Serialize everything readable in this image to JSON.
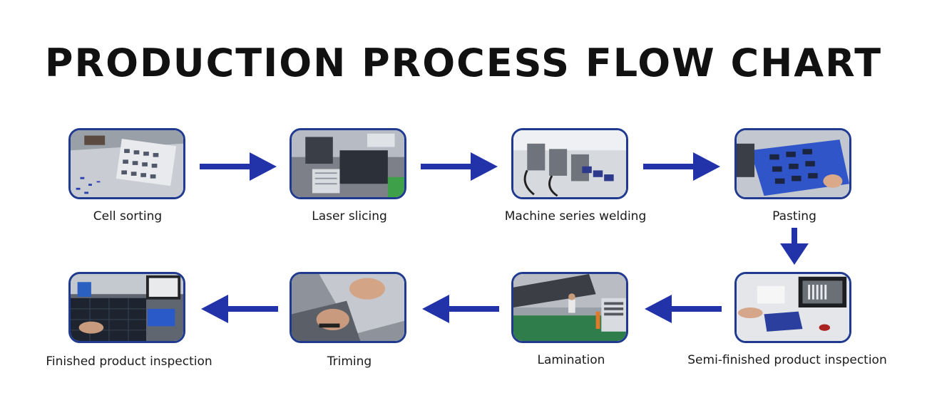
{
  "title": "PRODUCTION PROCESS FLOW CHART",
  "colors": {
    "arrow": "#2233aa",
    "frame": "#1f3a8f",
    "title": "#111111"
  },
  "steps": [
    {
      "label": "Cell sorting",
      "photo": "cell-sorting-photo"
    },
    {
      "label": "Laser slicing",
      "photo": "laser-slicing-photo"
    },
    {
      "label": "Machine series welding",
      "photo": "series-welding-photo"
    },
    {
      "label": "Pasting",
      "photo": "pasting-photo"
    },
    {
      "label": "Semi-finished product inspection",
      "photo": "semi-inspection-photo"
    },
    {
      "label": "Lamination",
      "photo": "lamination-photo"
    },
    {
      "label": "Triming",
      "photo": "trimming-photo"
    },
    {
      "label": "Finished product inspection",
      "photo": "finished-inspection-photo"
    }
  ]
}
